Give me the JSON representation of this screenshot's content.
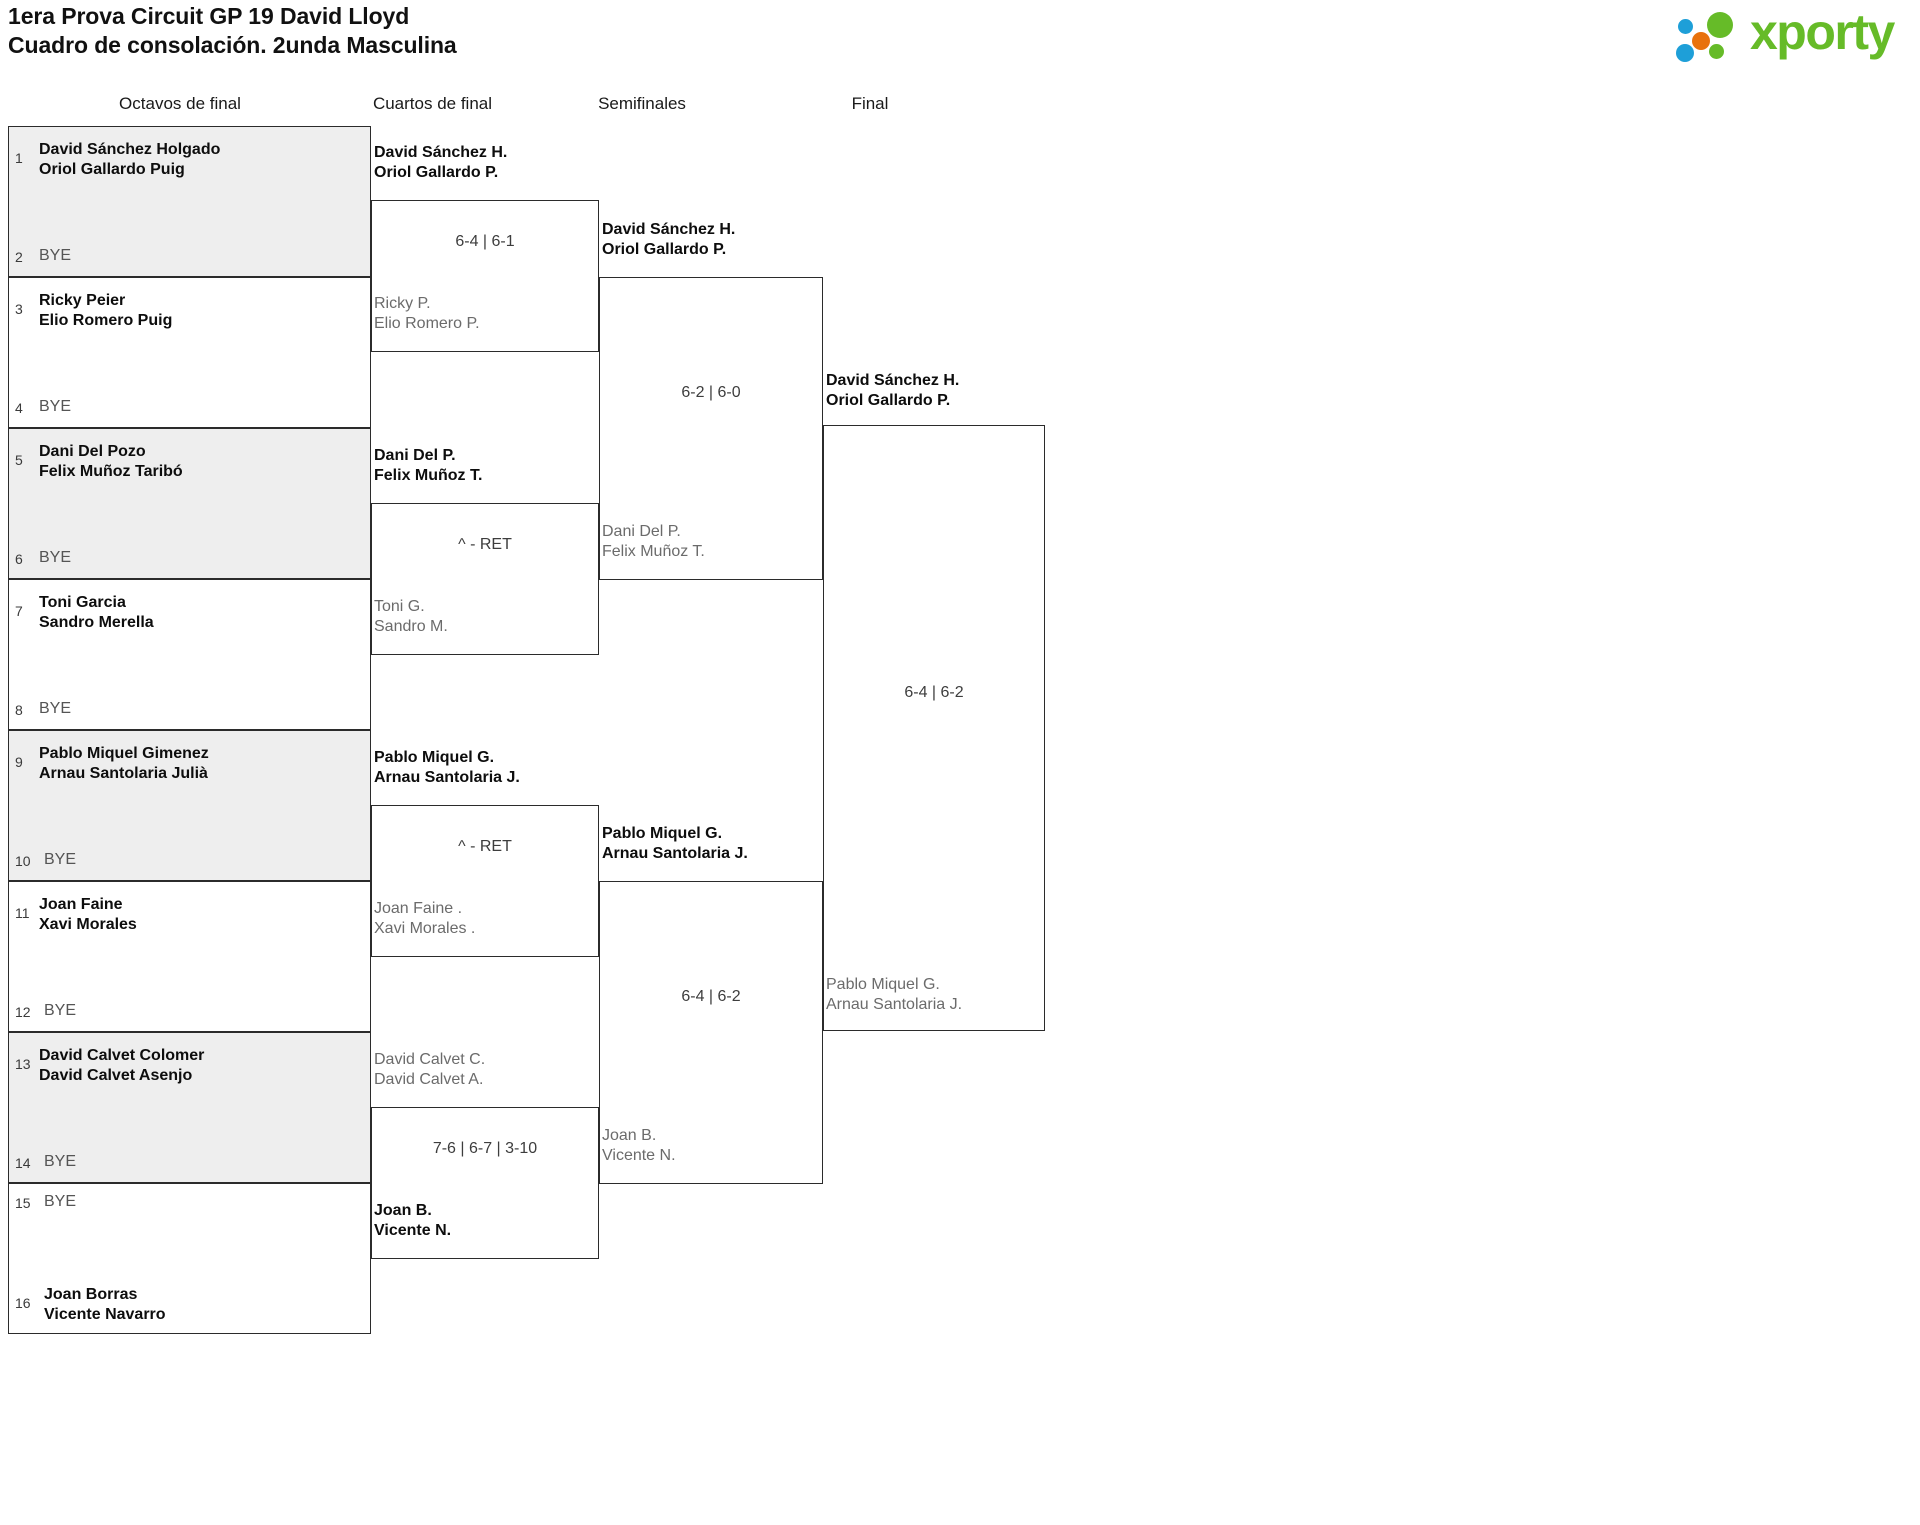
{
  "header": {
    "title_line1": "1era Prova Circuit GP 19 David Lloyd",
    "title_line2": "Cuadro de consolación. 2unda Masculina",
    "logo_word": "xporty",
    "logo_colors": {
      "green": "#66bb28",
      "blue": "#1e9fd8",
      "orange": "#e8720c"
    }
  },
  "rounds": [
    {
      "label": "Octavos de final"
    },
    {
      "label": "Cuartos de final"
    },
    {
      "label": "Semifinales"
    },
    {
      "label": "Final"
    }
  ],
  "round1": {
    "entries": [
      {
        "seed": "1",
        "p1": "David Sánchez Holgado",
        "p2": "Oriol Gallardo Puig",
        "bye": false,
        "result": "winner"
      },
      {
        "seed": "2",
        "bye_label": "BYE",
        "bye": true
      },
      {
        "seed": "3",
        "p1": "Ricky Peier",
        "p2": "Elio Romero Puig",
        "bye": false,
        "result": "winner"
      },
      {
        "seed": "4",
        "bye_label": "BYE",
        "bye": true
      },
      {
        "seed": "5",
        "p1": "Dani Del Pozo",
        "p2": "Felix Muñoz Taribó",
        "bye": false,
        "result": "winner"
      },
      {
        "seed": "6",
        "bye_label": "BYE",
        "bye": true
      },
      {
        "seed": "7",
        "p1": "Toni Garcia",
        "p2": "Sandro Merella",
        "bye": false,
        "result": "winner"
      },
      {
        "seed": "8",
        "bye_label": "BYE",
        "bye": true
      },
      {
        "seed": "9",
        "p1": "Pablo Miquel Gimenez",
        "p2": "Arnau Santolaria Julià",
        "bye": false,
        "result": "winner"
      },
      {
        "seed": "10",
        "bye_label": "BYE",
        "bye": true
      },
      {
        "seed": "11",
        "p1": "Joan Faine",
        "p2": "Xavi Morales",
        "bye": false,
        "result": "winner"
      },
      {
        "seed": "12",
        "bye_label": "BYE",
        "bye": true
      },
      {
        "seed": "13",
        "p1": "David Calvet Colomer",
        "p2": "David Calvet Asenjo",
        "bye": false,
        "result": "winner"
      },
      {
        "seed": "14",
        "bye_label": "BYE",
        "bye": true
      },
      {
        "seed": "15",
        "bye_label": "BYE",
        "bye": true
      },
      {
        "seed": "16",
        "p1": "Joan Borras",
        "p2": "Vicente Navarro",
        "bye": false,
        "result": "winner"
      }
    ]
  },
  "round2": {
    "matches": [
      {
        "top": {
          "p1": "David Sánchez H.",
          "p2": "Oriol Gallardo P.",
          "result": "winner"
        },
        "bottom": {
          "p1": "Ricky P.",
          "p2": "Elio Romero P.",
          "result": "loser"
        },
        "score": "6-4 | 6-1"
      },
      {
        "top": {
          "p1": "Dani Del P.",
          "p2": "Felix Muñoz T.",
          "result": "winner"
        },
        "bottom": {
          "p1": "Toni G.",
          "p2": "Sandro M.",
          "result": "loser"
        },
        "score": "^ - RET"
      },
      {
        "top": {
          "p1": "Pablo Miquel G.",
          "p2": "Arnau Santolaria J.",
          "result": "winner"
        },
        "bottom": {
          "p1": "Joan Faine .",
          "p2": "Xavi Morales .",
          "result": "loser"
        },
        "score": "^ - RET"
      },
      {
        "top": {
          "p1": "David Calvet C.",
          "p2": "David Calvet A.",
          "result": "loser"
        },
        "bottom": {
          "p1": "Joan B.",
          "p2": "Vicente N.",
          "result": "winner"
        },
        "score": "7-6 | 6-7 | 3-10"
      }
    ]
  },
  "round3": {
    "matches": [
      {
        "top": {
          "p1": "David Sánchez H.",
          "p2": "Oriol Gallardo P.",
          "result": "winner"
        },
        "bottom": {
          "p1": "Dani Del P.",
          "p2": "Felix Muñoz T.",
          "result": "loser"
        },
        "score": "6-2 | 6-0"
      },
      {
        "top": {
          "p1": "Pablo Miquel G.",
          "p2": "Arnau Santolaria J.",
          "result": "winner"
        },
        "bottom": {
          "p1": "Joan B.",
          "p2": "Vicente N.",
          "result": "loser"
        },
        "score": "6-4 | 6-2"
      }
    ]
  },
  "round4": {
    "matches": [
      {
        "top": {
          "p1": "David Sánchez H.",
          "p2": "Oriol Gallardo P.",
          "result": "winner"
        },
        "bottom": {
          "p1": "Pablo Miquel G.",
          "p2": "Arnau Santolaria J.",
          "result": "loser"
        },
        "score": "6-4 | 6-2"
      }
    ]
  }
}
